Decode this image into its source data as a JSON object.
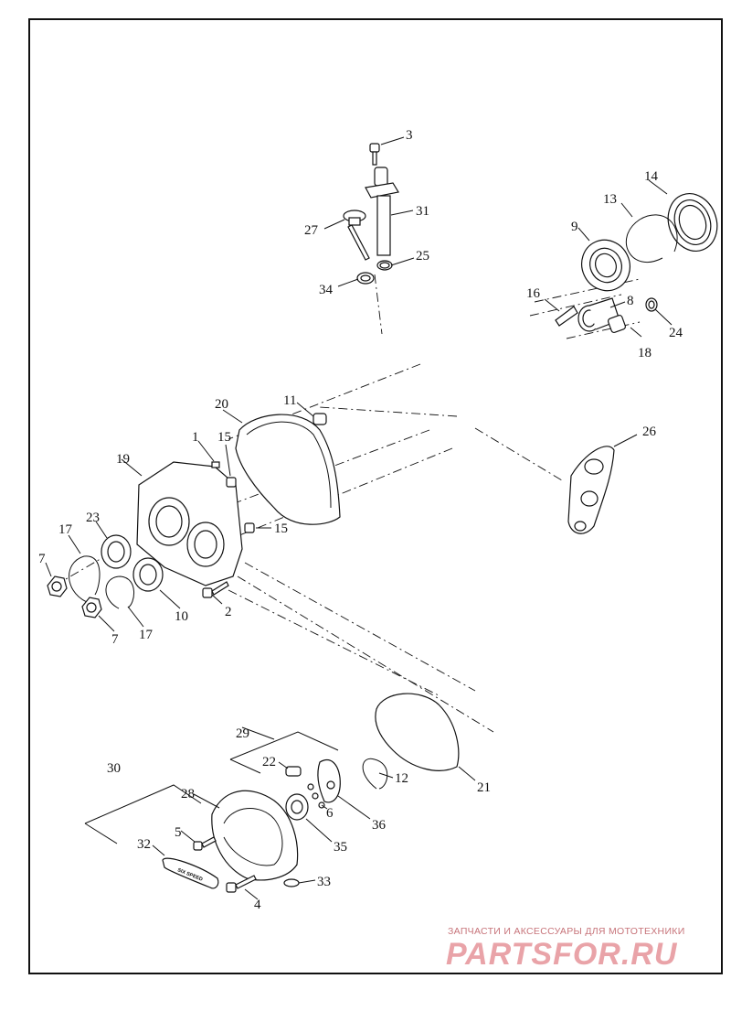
{
  "callouts": [
    "1",
    "2",
    "3",
    "4",
    "5",
    "6",
    "7",
    "7",
    "8",
    "9",
    "10",
    "11",
    "12",
    "13",
    "14",
    "15",
    "15",
    "16",
    "17",
    "17",
    "18",
    "19",
    "20",
    "21",
    "22",
    "23",
    "24",
    "25",
    "26",
    "27",
    "28",
    "29",
    "30",
    "31",
    "32",
    "33",
    "34",
    "35",
    "36"
  ],
  "cover_badge": "SIX SPEED",
  "watermark": {
    "tagline": "ЗАПЧАСТИ И АКСЕССУАРЫ ДЛЯ МОТОТЕХНИКИ",
    "logo": "PARTSFOR.RU"
  }
}
